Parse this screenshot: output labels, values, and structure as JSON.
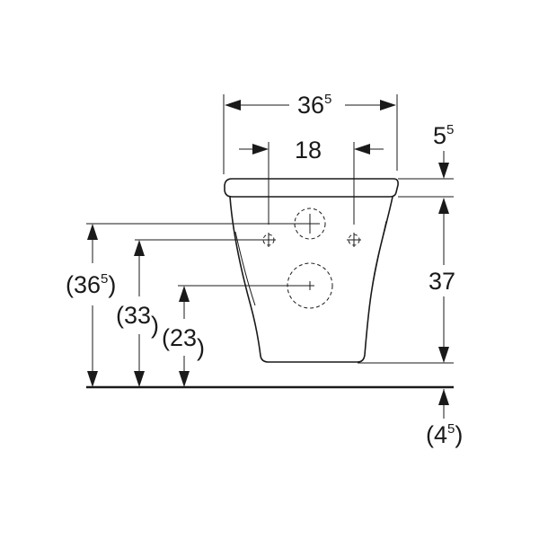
{
  "dimensions": {
    "overall_width": {
      "main": "36",
      "sup": "5"
    },
    "inlet_spacing": {
      "main": "18",
      "sup": ""
    },
    "lid_thickness": {
      "main": "5",
      "sup": "5"
    },
    "bowl_height": {
      "main": "37",
      "sup": ""
    },
    "supply_height": {
      "open": "(",
      "main": "36",
      "sup": "5",
      "close": ")"
    },
    "fixing_height": {
      "open": "(",
      "main": "33",
      "sup": "",
      "close": ")"
    },
    "drain_height": {
      "open": "(",
      "main": "23",
      "sup": "",
      "close": ")"
    },
    "floor_offset": {
      "open": "(",
      "main": "4",
      "sup": "5",
      "close": ")"
    }
  }
}
